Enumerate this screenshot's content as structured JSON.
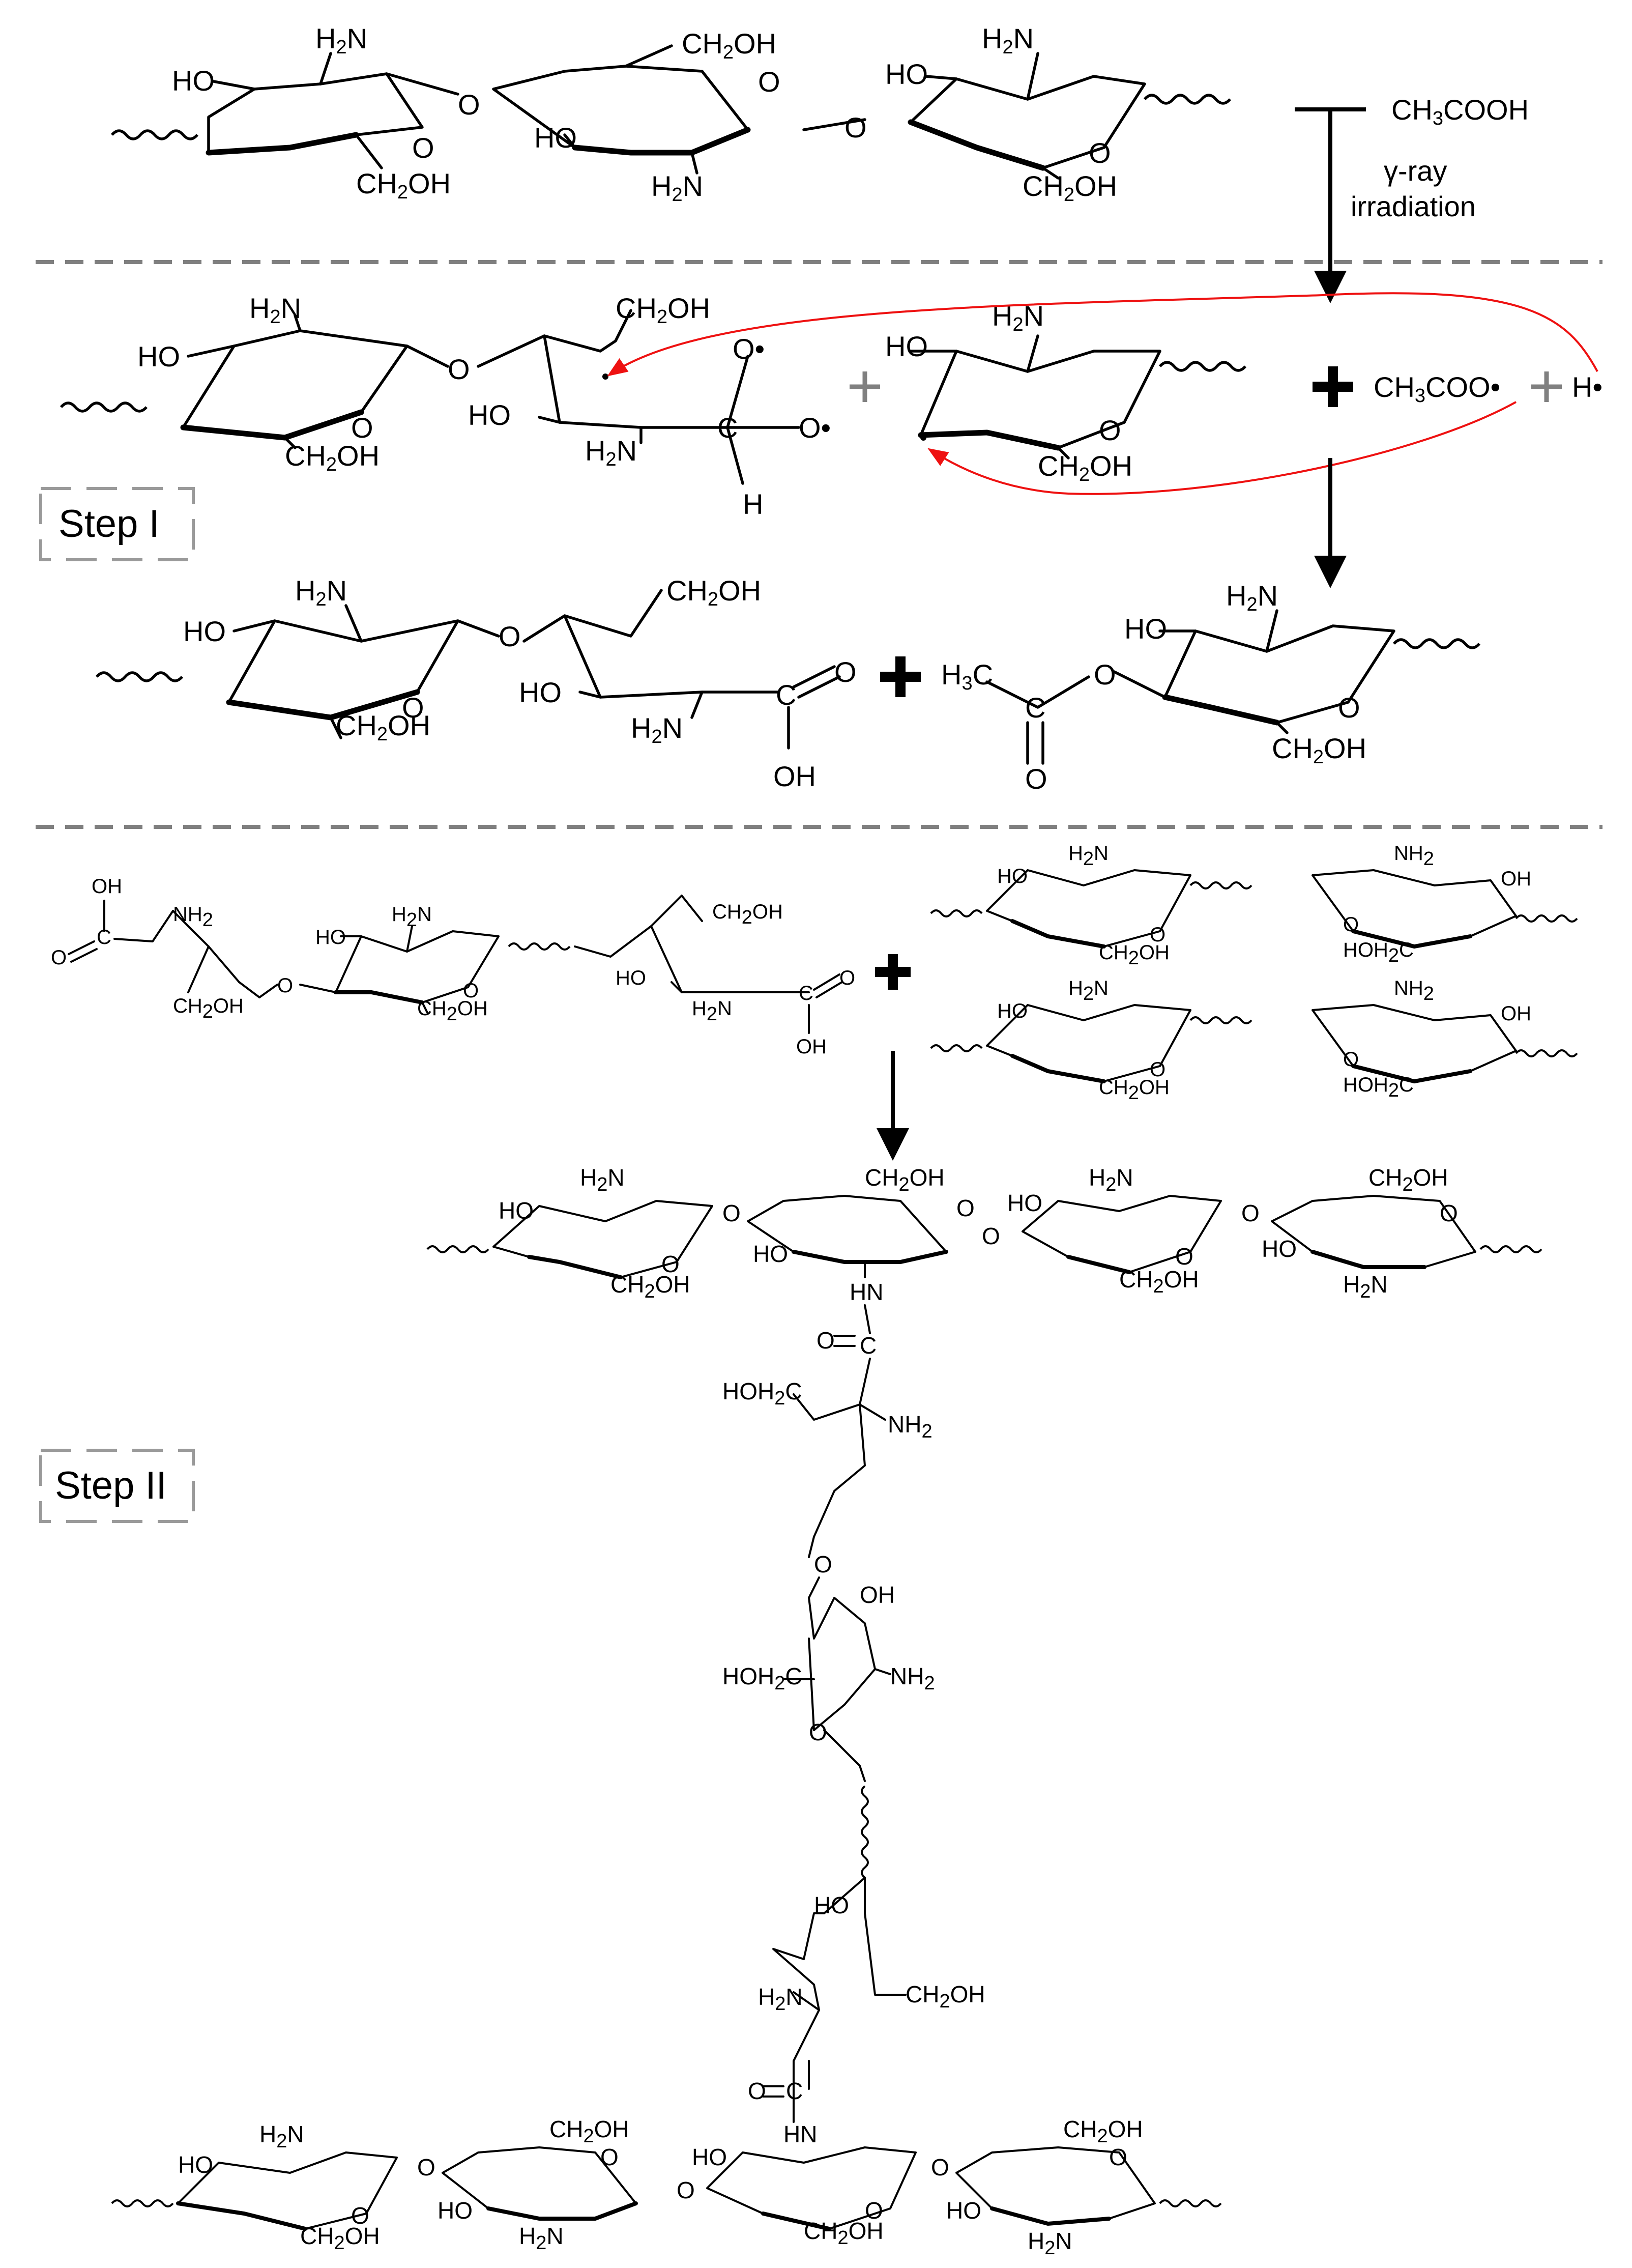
{
  "colors": {
    "ink": "#000000",
    "divider": "#7f7f7f",
    "red_arrow": "#e11111",
    "plus_gray": "#808080"
  },
  "reagents": {
    "acid": "CH3COOH",
    "condition_line1": "γ-ray",
    "condition_line2": "irradiation",
    "acetate_radical": "CH3COO•",
    "h_radical": "H•"
  },
  "steps": {
    "step1": "Step I",
    "step2": "Step II"
  },
  "labels": {
    "H2N": "H2N",
    "NH2": "NH2",
    "HO": "HO",
    "OH": "OH",
    "O": "O",
    "O_rad": "O•",
    "CH2OH": "CH2OH",
    "HOH2C": "HOH2C",
    "H3C": "H3C",
    "C": "C",
    "H": "H",
    "HN": "HN"
  }
}
